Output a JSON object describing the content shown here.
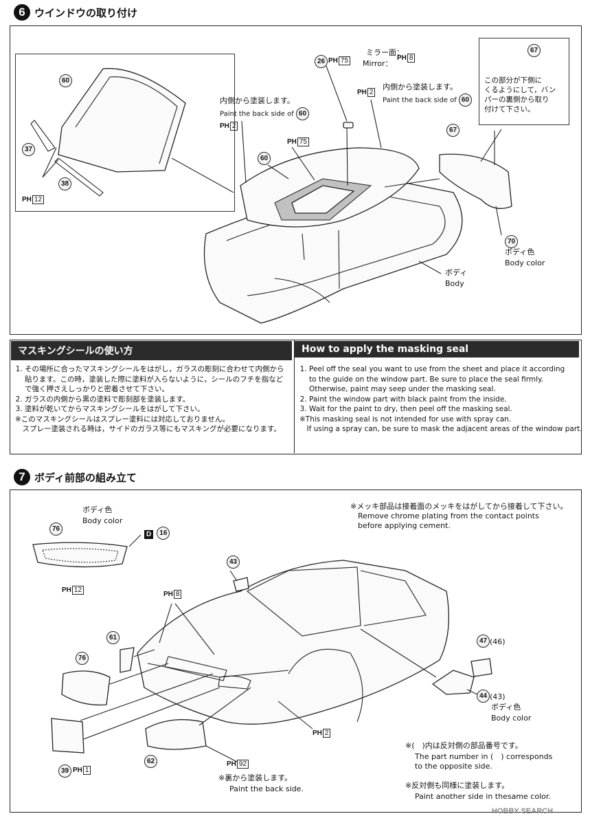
{
  "step6": {
    "number": "6",
    "title": "ウインドウの取り付け",
    "parts": {
      "p60": "60",
      "p37": "37",
      "p38": "38",
      "p26": "26",
      "p67": "67",
      "p70": "70"
    },
    "ph12": "12",
    "ph2": "2",
    "ph75": "75",
    "ph8": "8",
    "ph_prefix": "PH",
    "inside_paint_ja": "内側から塗装します。",
    "inside_paint_en_a": "Paint the back side of",
    "mirror_ja": "ミラー面：",
    "mirror_en": "Mirror：",
    "bumper_note": "この部分が下側に\nくるようにして，バン\nパーの裏側から取り\n付けて下さい。",
    "body_color_ja": "ボディ色",
    "body_color_en": "Body color",
    "body_ja": "ボディ",
    "body_en": "Body"
  },
  "masking": {
    "title_ja": "マスキングシールの使い方",
    "title_en": "How to apply the masking seal",
    "ja_items": [
      "その場所に合ったマスキングシールをはがし，ガラスの彫刻に合わせて内側から貼ります。この時，塗装した際に塗料が入らないように，シールのフチを指などで強く押さえしっかりと密着させて下さい。",
      "ガラスの内側から黒の塗料で彫刻部を塗装します。",
      "塗料が乾いてからマスキングシールをはがして下さい。"
    ],
    "ja_note": "※このマスキングシールはスプレー塗料には対応しておりません。\n　スプレー塗装される時は，サイドのガラス等にもマスキングが必要になります。",
    "en_items": [
      "Peel off the seal you want to use from the sheet and place it according to the guide on the window part. Be sure to place the seal firmly. Otherwise, paint may seep under the masking seal.",
      "Paint the window part with black paint from the inside.",
      "Wait for the paint to dry, then peel off the masking seal."
    ],
    "en_note": "※This masking seal is not intended for use with spray can.\n　If using a spray can, be sure to mask the adjacent areas of the window part."
  },
  "step7": {
    "number": "7",
    "title": "ボディ前部の組み立て",
    "chrome_note": "※メッキ部品は接着面のメッキをはがしてから接着して下さい。\n　Remove chrome plating from the contact points\n　before applying cement.",
    "body_color_ja": "ボディ色",
    "body_color_en": "Body color",
    "parts": {
      "p76": "76",
      "p43": "43",
      "p61": "61",
      "p39": "39",
      "p62": "62",
      "p47": "47",
      "p46": "(46)",
      "p44": "44",
      "p43b": "(43)"
    },
    "d_badge": "D",
    "d_num": "16",
    "ph12": "12",
    "ph8": "8",
    "ph2": "2",
    "ph1": "1",
    "ph92": "92",
    "back_paint_ja": "※裏から塗装します。",
    "back_paint_en": "Paint the back side.",
    "opposite_ja": "※(　)内は反対側の部品番号です。",
    "opposite_en": "The part number in (　) corresponds\nto the opposite side.",
    "same_color_ja": "※反対側も同様に塗装します。",
    "same_color_en": "Paint another side in thesame color."
  },
  "watermark": "HOBBY SEARCH"
}
